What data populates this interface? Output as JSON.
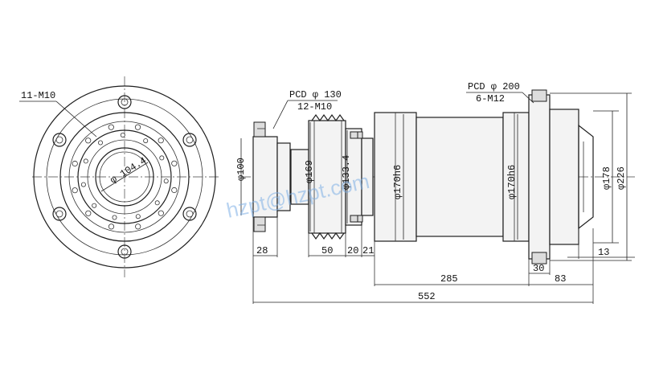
{
  "labels": {
    "front_holes": "11-M10",
    "front_pcd_dia": "φ 104.4",
    "pcd130_title": "PCD φ 130",
    "pcd130_holes": "12-M10",
    "pcd200_title": "PCD φ 200",
    "pcd200_holes": "6-M12",
    "dia_100": "φ100",
    "dia_169": "φ169",
    "dia_133": "φ133.4",
    "dia_170a": "φ170h6",
    "dia_170b": "φ170h6",
    "dia_178": "φ178",
    "dia_226": "φ226",
    "len_28": "28",
    "len_50": "50",
    "len_20": "20",
    "len_21": "21",
    "len_285": "285",
    "len_30": "30",
    "len_83": "83",
    "len_13": "13",
    "len_552": "552"
  },
  "watermark": "hzpt@hzpt.com",
  "colors": {
    "line": "#1e1e1e",
    "watermark": "#7fb0e6"
  }
}
